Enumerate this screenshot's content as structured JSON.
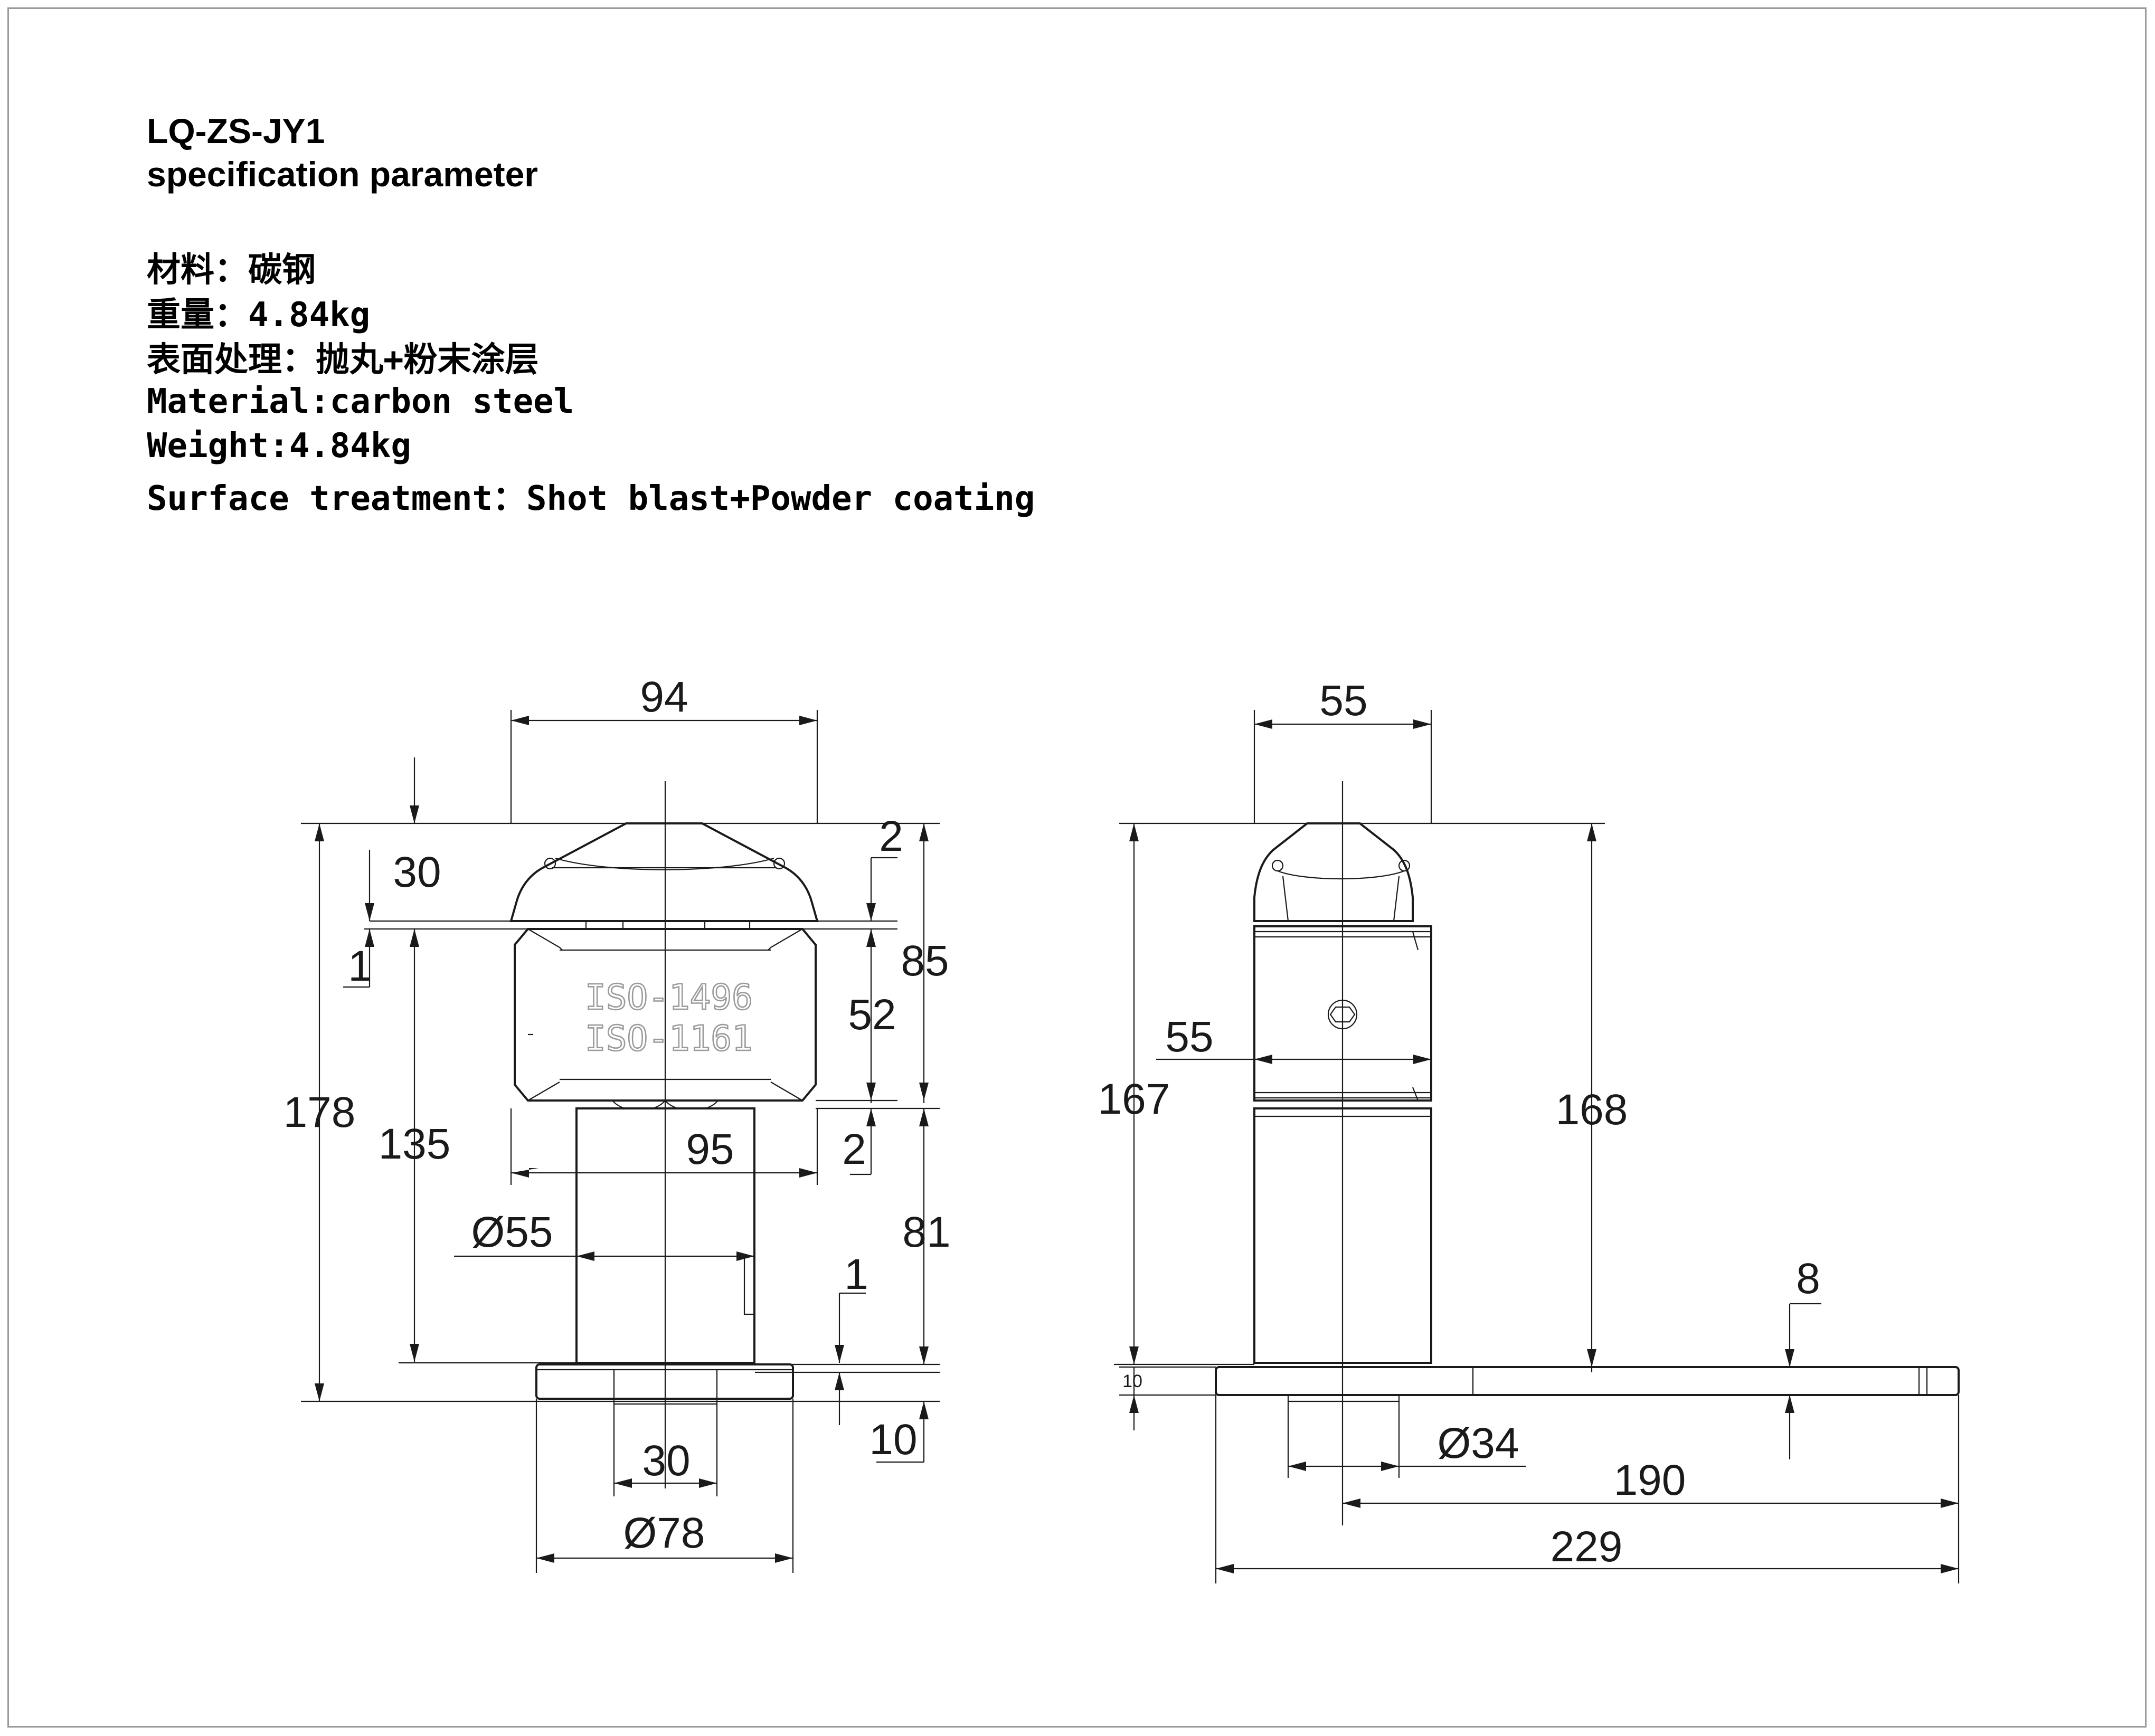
{
  "header": {
    "model": "LQ-ZS-JY1",
    "subtitle": "specification parameter"
  },
  "specs": [
    "材料：碳钢",
    "重量：4.84kg",
    "表面处理：抛丸+粉末涂层",
    "Material:carbon steel",
    "Weight:4.84kg",
    "Surface treatment：Shot blast+Powder coating"
  ],
  "emboss": [
    "ISO-1496",
    "ISO-1161"
  ],
  "front_view": {
    "width_top": "94",
    "height_total": "178",
    "cap_height": "30",
    "gap_1": "1",
    "height_135": "135",
    "chamfer_top": "2",
    "block_85": "85",
    "block_52": "52",
    "chamfer_bottom": "2",
    "width_95": "95",
    "shaft_81": "81",
    "shaft_dia": "Ø55",
    "gap_shaft": "1",
    "base_thickness": "10",
    "bore_width": "30",
    "base_dia": "Ø78"
  },
  "side_view": {
    "width_top": "55",
    "width_mid": "55",
    "height_167": "167",
    "height_168": "168",
    "base_10": "10",
    "plate_thickness": "8",
    "boss_dia": "Ø34",
    "length_190": "190",
    "length_229": "229"
  }
}
